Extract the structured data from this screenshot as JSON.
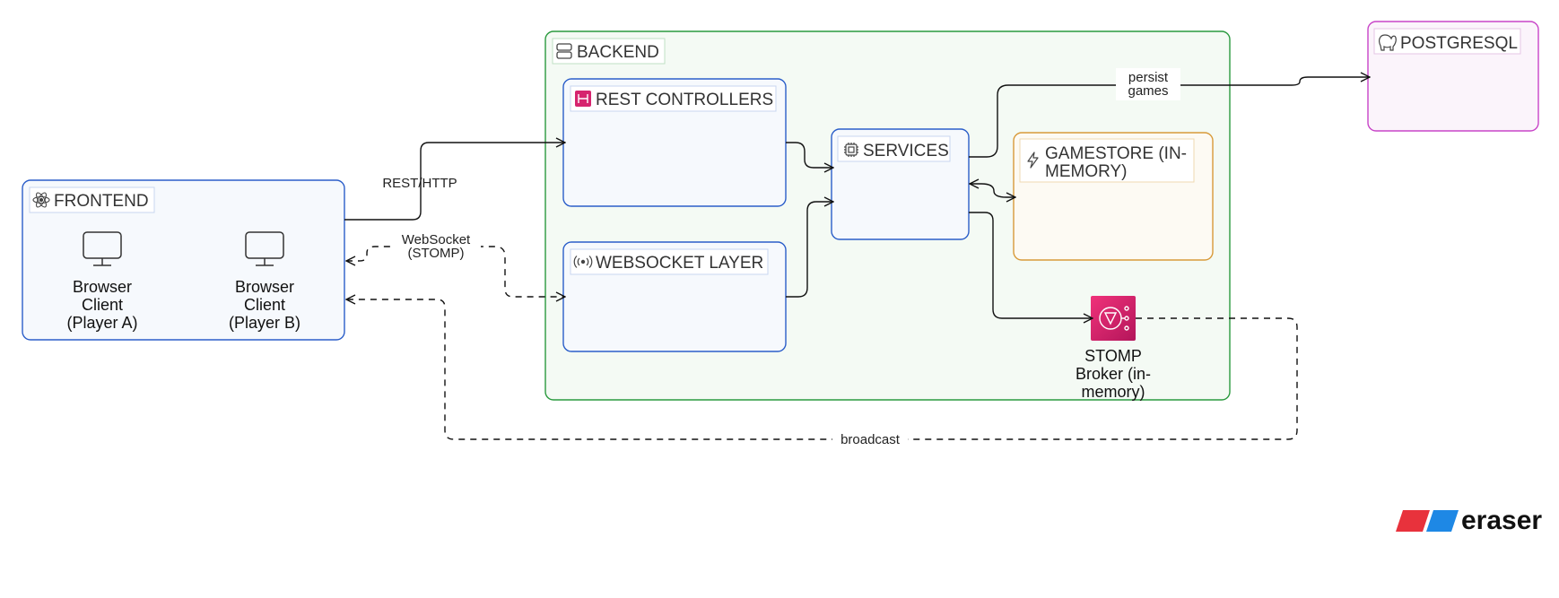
{
  "groups": {
    "frontend": {
      "label": "FRONTEND",
      "color": "#2b5ec9"
    },
    "backend": {
      "label": "BACKEND",
      "color": "#2a9a3e"
    },
    "postgres": {
      "label": "POSTGRESQL",
      "color": "#c845c8"
    },
    "rest": {
      "label": "REST CONTROLLERS"
    },
    "ws": {
      "label": "WEBSOCKET LAYER"
    },
    "services": {
      "label": "SERVICES"
    },
    "gamestore": {
      "label_line1": "GAMESTORE (IN-",
      "label_line2": "MEMORY)",
      "color": "#d89a3a"
    }
  },
  "nodes": {
    "client_a": {
      "line1": "Browser",
      "line2": "Client",
      "line3": "(Player A)"
    },
    "client_b": {
      "line1": "Browser",
      "line2": "Client",
      "line3": "(Player B)"
    },
    "broker": {
      "line1": "STOMP",
      "line2": "Broker (in-",
      "line3": "memory)"
    }
  },
  "edges": {
    "rest_http": "REST/HTTP",
    "websocket_line1": "WebSocket",
    "websocket_line2": "(STOMP)",
    "persist_line1": "persist",
    "persist_line2": "games",
    "broadcast": "broadcast"
  },
  "brand": {
    "name": "eraser"
  }
}
